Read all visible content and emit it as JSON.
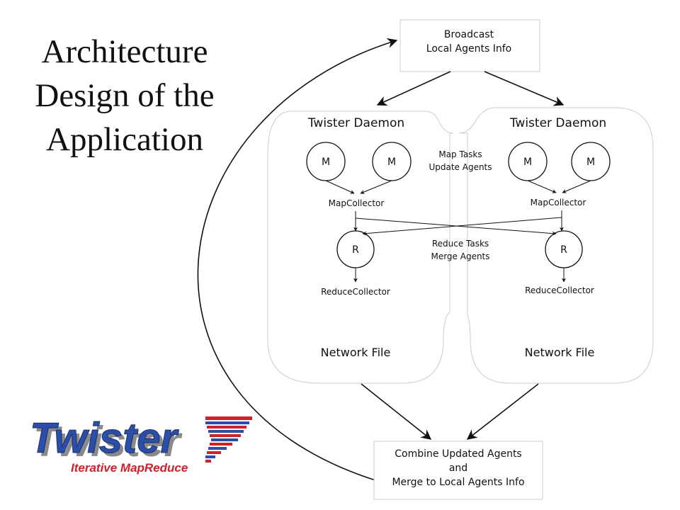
{
  "slide": {
    "title_lines": [
      "Architecture",
      "Design of the",
      "Application"
    ]
  },
  "diagram": {
    "broadcast_box": {
      "line1": "Broadcast",
      "line2": "Local Agents Info"
    },
    "combine_box": {
      "line1": "Combine Updated Agents",
      "line2": "and",
      "line3": "Merge to Local Agents Info"
    },
    "daemons": [
      {
        "title": "Twister Daemon",
        "map_label": "M",
        "reduce_label": "R",
        "map_collector": "MapCollector",
        "reduce_collector": "ReduceCollector",
        "network_file": "Network File"
      },
      {
        "title": "Twister Daemon",
        "map_label": "M",
        "reduce_label": "R",
        "map_collector": "MapCollector",
        "reduce_collector": "ReduceCollector",
        "network_file": "Network File"
      }
    ],
    "map_phase_label": {
      "line1": "Map Tasks",
      "line2": "Update Agents"
    },
    "reduce_phase_label": {
      "line1": "Reduce Tasks",
      "line2": "Merge Agents"
    }
  },
  "logo": {
    "wordmark": "Twister",
    "tagline": "Iterative MapReduce",
    "colors": {
      "blue": "#2b4fa8",
      "red": "#d0202a",
      "shadow": "#8a8a8a"
    }
  },
  "colors": {
    "stroke": "#111111",
    "box_border": "#cccccc",
    "text": "#111111"
  }
}
